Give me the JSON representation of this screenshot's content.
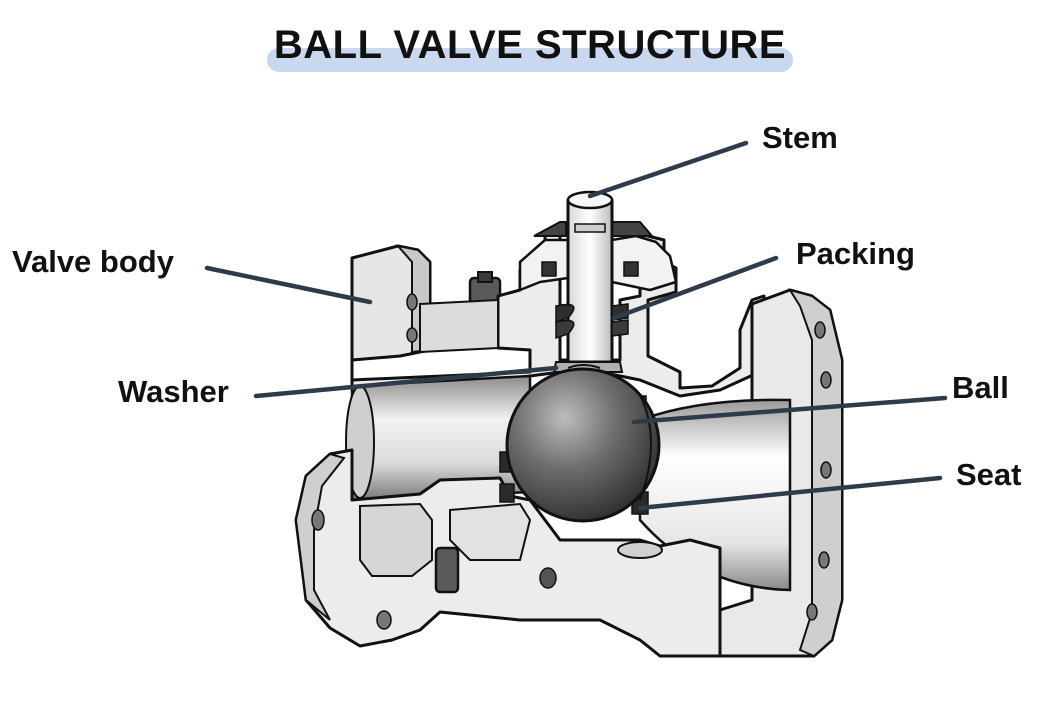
{
  "title": "BALL VALVE STRUCTURE",
  "labels": {
    "stem": "Stem",
    "packing": "Packing",
    "valve_body": "Valve body",
    "washer": "Washer",
    "ball": "Ball",
    "seat": "Seat"
  },
  "colors": {
    "title_band": "#c9d8ee",
    "leader_line": "#2f3a4a",
    "metal_fill": "#e4e4e4",
    "metal_outline": "#111111",
    "cut_face": "#f3f3f3",
    "bore_shadow": "#9a9a9a",
    "ball_dark": "#4a4a4a"
  }
}
